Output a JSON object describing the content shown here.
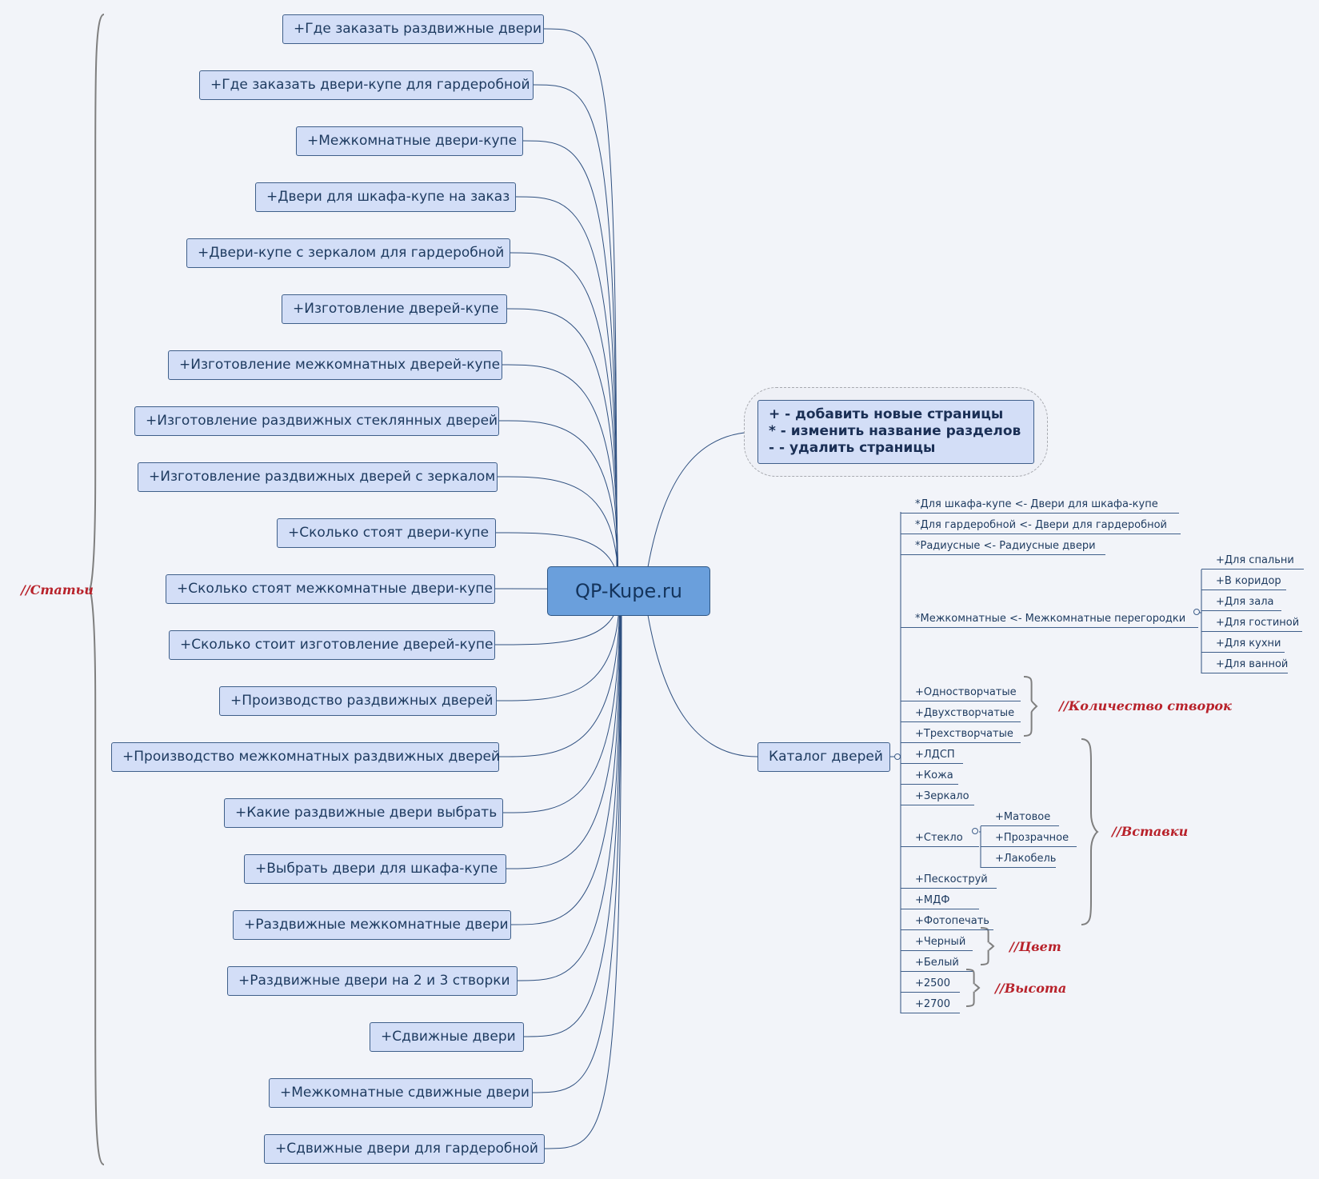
{
  "central": {
    "label": "QP-Kupe.ru"
  },
  "legend": {
    "line1": "+ - добавить новые страницы",
    "line2": "* - изменить название разделов",
    "line3": "- - удалить страницы"
  },
  "articles_note": "//Статьи",
  "articles": [
    "+Где заказать раздвижные двери",
    "+Где заказать двери-купе для гардеробной",
    "+Межкомнатные двери-купе",
    "+Двери для шкафа-купе на заказ",
    "+Двери-купе с зеркалом для гардеробной",
    "+Изготовление дверей-купе",
    "+Изготовление межкомнатных дверей-купе",
    "+Изготовление раздвижных стеклянных дверей",
    "+Изготовление раздвижных дверей с зеркалом",
    "+Сколько стоят двери-купе",
    "+Сколько стоят межкомнатные двери-купе",
    "+Сколько стоит изготовление дверей-купе",
    "+Производство раздвижных дверей",
    "+Производство межкомнатных раздвижных дверей",
    "+Какие раздвижные двери выбрать",
    "+Выбрать двери для шкафа-купе",
    "+Раздвижные межкомнатные двери",
    "+Раздвижные двери на 2 и 3 створки",
    "+Сдвижные двери",
    "+Межкомнатные сдвижные двери",
    "+Сдвижные двери для гардеробной"
  ],
  "catalog": {
    "label": "Каталог дверей",
    "sections": [
      "*Для шкафа-купе <- Двери для шкафа-купе",
      "*Для гардеробной <- Двери для гардеробной",
      "*Радиусные <- Радиусные двери",
      "*Межкомнатные <- Межкомнатные перегородки"
    ],
    "rooms": [
      "+Для спальни",
      "+В коридор",
      "+Для зала",
      "+Для гостиной",
      "+Для кухни",
      "+Для ванной"
    ],
    "leaves": [
      "+Одностворчатые",
      "+Двухстворчатые",
      "+Трехстворчатые",
      "+ЛДСП",
      "+Кожа",
      "+Зеркало",
      "+Стекло",
      "+Пескоструй",
      "+МДФ",
      "+Фотопечать",
      "+Черный",
      "+Белый",
      "+2500",
      "+2700"
    ],
    "glass": [
      "+Матовое",
      "+Прозрачное",
      "+Лакобель"
    ]
  },
  "notes": {
    "sashes": "//Количество створок",
    "inserts": "//Вставки",
    "color": "//Цвет",
    "height": "//Высота"
  },
  "colors": {
    "background": "#f2f4f9",
    "topic_fill": "#d3def7",
    "central_fill": "#6a9fdc",
    "line": "#2f5080",
    "note": "#b8222b",
    "brace": "#7f7f7f"
  }
}
